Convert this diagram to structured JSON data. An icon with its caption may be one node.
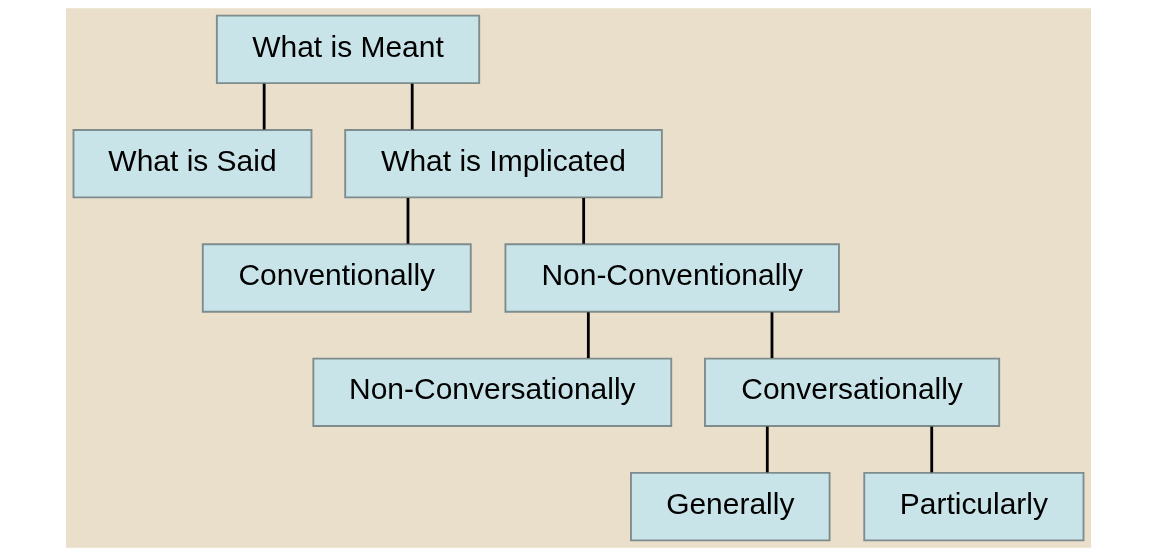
{
  "diagram": {
    "nodes": [
      {
        "text": [
          "What is Meant"
        ]
      },
      {
        "text": [
          "What is Said"
        ]
      },
      {
        "text": [
          "What is Implicated"
        ]
      },
      {
        "text": [
          "Conventionally"
        ]
      },
      {
        "text": [
          "Non-Conventionally"
        ]
      },
      {
        "text": [
          "Non-Conversationally"
        ]
      },
      {
        "text": [
          "Conversationally"
        ]
      },
      {
        "text": [
          "Generally"
        ]
      },
      {
        "text": [
          "Particularly"
        ]
      }
    ],
    "edges": [
      {
        "from": 0,
        "to": 1,
        "arrow": "none"
      },
      {
        "from": 0,
        "to": 2,
        "arrow": "none"
      },
      {
        "from": 2,
        "to": 3,
        "arrow": "none"
      },
      {
        "from": 2,
        "to": 4,
        "arrow": "none"
      },
      {
        "from": 4,
        "to": 5,
        "arrow": "none"
      },
      {
        "from": 4,
        "to": 6,
        "arrow": "none"
      },
      {
        "from": 6,
        "to": 7,
        "arrow": "none"
      },
      {
        "from": 6,
        "to": 8,
        "arrow": "none"
      }
    ]
  }
}
